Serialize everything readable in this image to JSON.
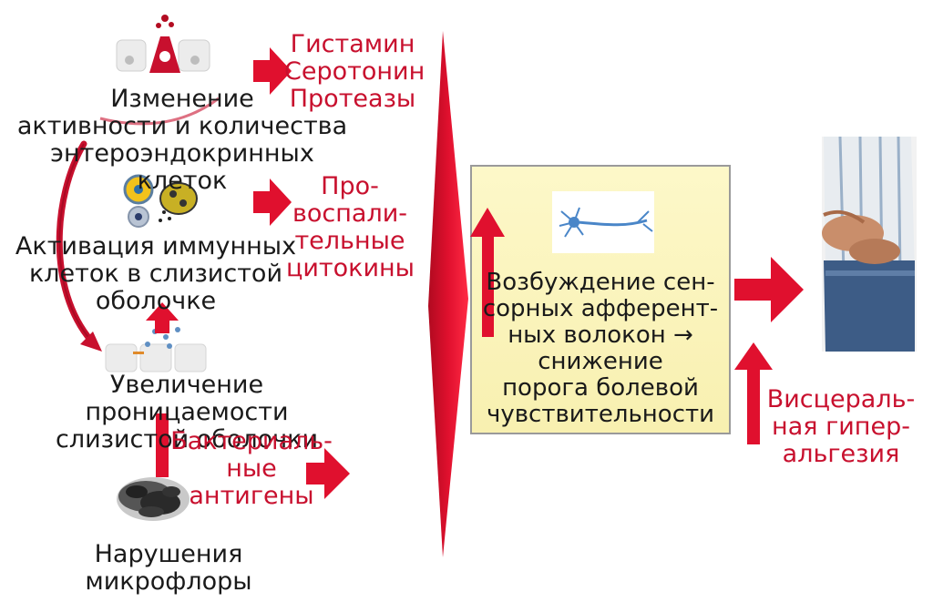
{
  "left": {
    "enteroendocrine": "Изменение\nактивности и количества\nэнтероэндокринных клеток",
    "immune": "Активация иммунных\nклеток в слизистой\nоболочке",
    "permeability": "Увеличение проницаемости\nслизистой оболочки",
    "microflora": "Нарушения микрофлоры"
  },
  "mediators": {
    "amines": "Гистамин\nСеротонин\nПротеазы",
    "cytokines": "Про-\nвоспали-\nтельные\nцитокины",
    "antigens": "Бактериаль-\nные\nантигены"
  },
  "center": {
    "box_text": "Возбуждение сен-\nсорных афферент-\nных волокон →\nснижение\nпорога болевой\nчувствительности"
  },
  "right": {
    "hyperalgesia": "Висцераль-\nная гипер-\nальгезия"
  },
  "colors": {
    "arrow_red": "#e0102e",
    "text_red": "#c8102e",
    "box_fill": "#fbf5bf",
    "box_border": "#9a9a9a"
  },
  "icons": {
    "enteroendocrine": "enteroendocrine-cells-icon",
    "immune": "immune-cells-icon",
    "mucosa": "mucosa-cells-icon",
    "bacteria": "bacteria-cluster-icon",
    "neuron": "neuron-icon",
    "patient": "abdominal-pain-figure-icon"
  }
}
